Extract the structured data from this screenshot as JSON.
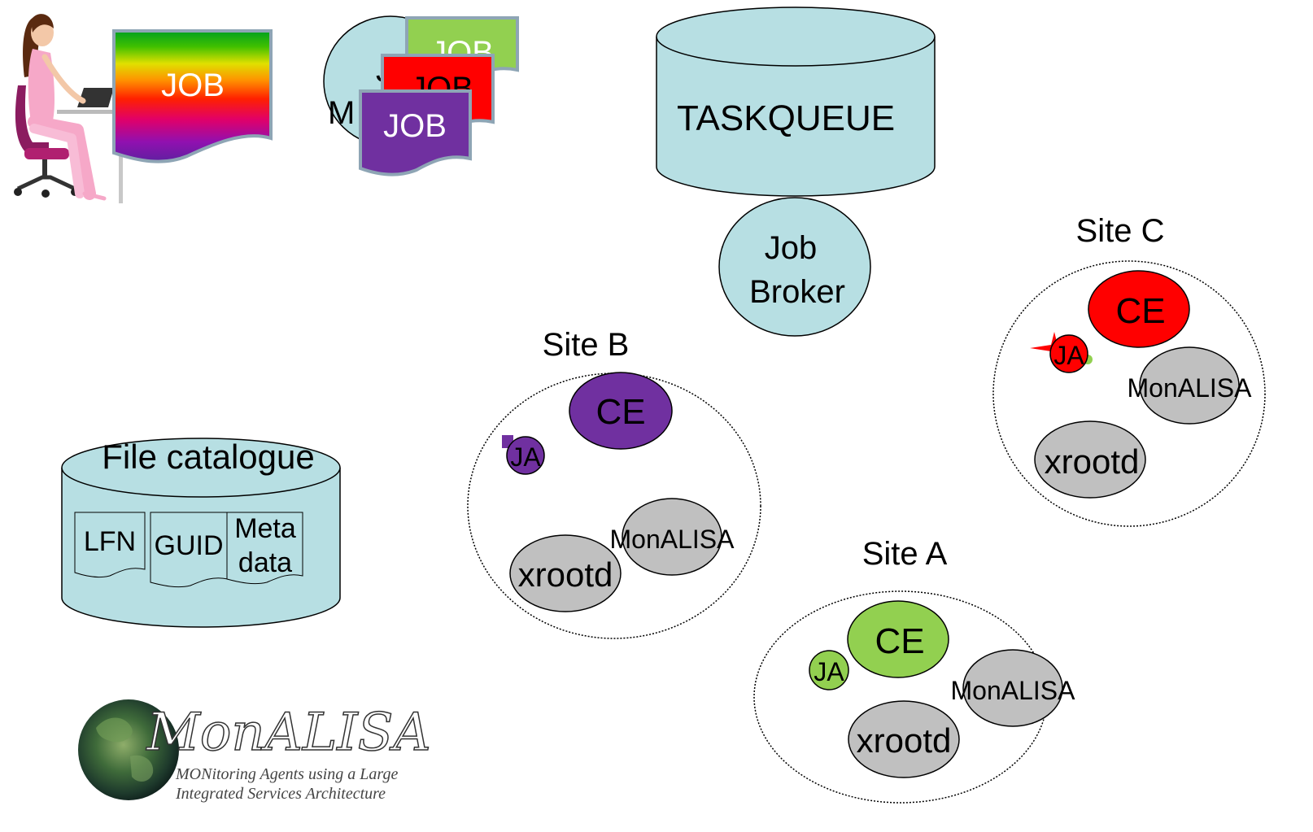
{
  "user_document": {
    "label": "JOB"
  },
  "job_manager": {
    "label_fragments": [
      "J",
      "M"
    ],
    "jobs": [
      "JOB",
      "JOB",
      "JOB"
    ]
  },
  "taskqueue": {
    "label": "TASKQUEUE"
  },
  "job_broker": {
    "line1": "Job",
    "line2": "Broker"
  },
  "file_catalogue": {
    "title": "File catalogue",
    "items": [
      {
        "line1": "LFN",
        "line2": ""
      },
      {
        "line1": "GUID",
        "line2": ""
      },
      {
        "line1": "Meta",
        "line2": "data"
      }
    ]
  },
  "sites": {
    "site_b": {
      "title": "Site B",
      "ce": "CE",
      "ja": "JA",
      "monalisa": "MonALISA",
      "xrootd": "xrootd",
      "color": "#7030a0"
    },
    "site_a": {
      "title": "Site A",
      "ce": "CE",
      "ja": "JA",
      "monalisa": "MonALISA",
      "xrootd": "xrootd",
      "color": "#92d050"
    },
    "site_c": {
      "title": "Site C",
      "ce": "CE",
      "ja": "JA",
      "monalisa": "MonALISA",
      "xrootd": "xrootd",
      "color": "#ff0000"
    }
  },
  "logo": {
    "name": "MonALISA",
    "tagline1": "MONitoring Agents using a Large",
    "tagline2": "Integrated Services Architecture"
  },
  "colors": {
    "cylinder": "#b7dfe3",
    "grey_node": "#c0c0c0",
    "job_green": "#92d050",
    "job_red": "#ff0000",
    "job_purple": "#7030a0"
  }
}
